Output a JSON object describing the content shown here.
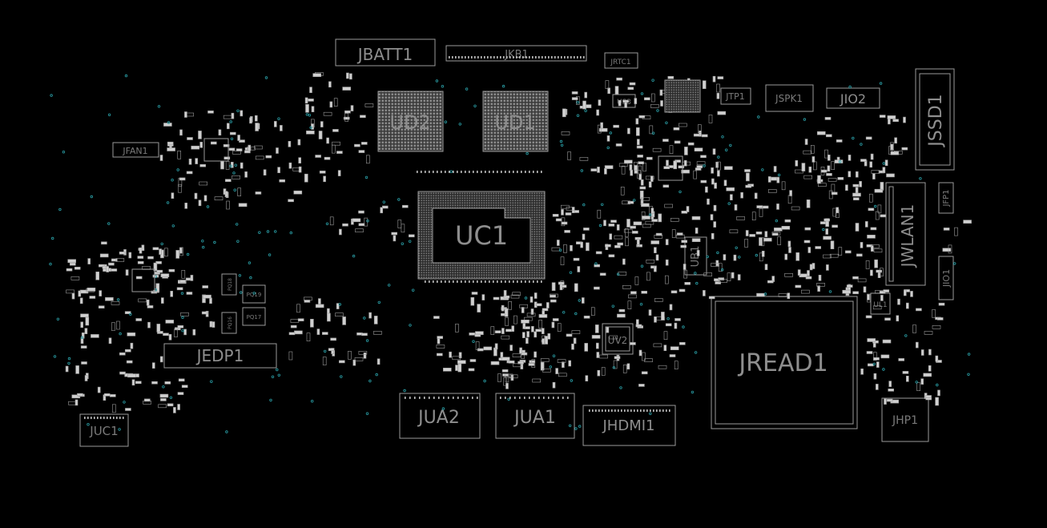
{
  "board": {
    "background": "#000000",
    "outline_color": "#9a9a9a",
    "label_color": "#8a8a8a",
    "via_color": "#2aa0a8"
  },
  "components": {
    "JBATT1": "JBATT1",
    "JKB1": "JKB1",
    "JRTC1": "JRTC1",
    "US3": "US3",
    "JTP1": "JTP1",
    "JSPK1": "JSPK1",
    "JIO2": "JIO2",
    "JSSD1": "JSSD1",
    "JFAN1": "JFAN1",
    "UD2": "UD2",
    "UD1": "UD1",
    "UC1": "UC1",
    "JWLAN1": "JWLAN1",
    "JFP1": "JFP1",
    "UB1": "UB1",
    "JIO1": "JIO1",
    "JEDP1": "JEDP1",
    "UV2": "UV2",
    "JREAD1": "JREAD1",
    "JUA2": "JUA2",
    "JUA1": "JUA1",
    "JHDMI1": "JHDMI1",
    "JUC1": "JUC1",
    "JHP1": "JHP1",
    "PQ18": "PQ18",
    "PQ19": "PQ19",
    "PQ16": "PQ16",
    "PQ17": "PQ17",
    "UL1": "UL1"
  }
}
